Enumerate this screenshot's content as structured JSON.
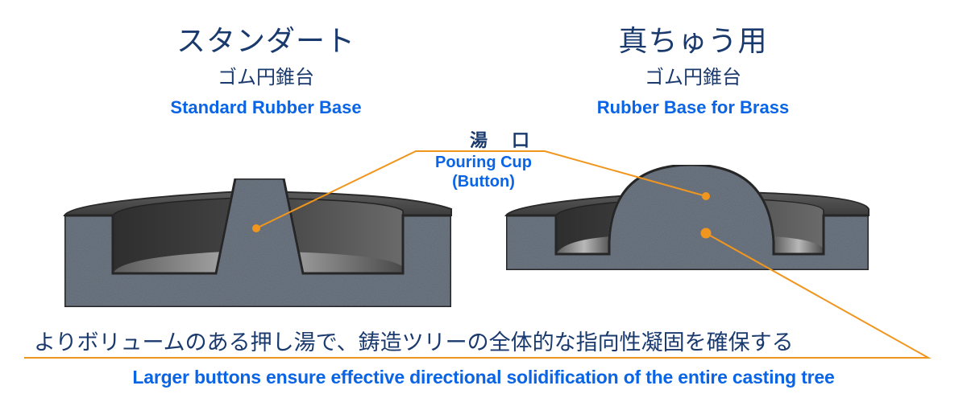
{
  "left_panel": {
    "title_jp": "スタンダート",
    "subtitle_jp": "ゴム円錐台",
    "subtitle_en": "Standard Rubber Base"
  },
  "right_panel": {
    "title_jp": "真ちゅう用",
    "subtitle_jp": "ゴム円錐台",
    "subtitle_en": "Rubber Base for Brass"
  },
  "pouring_cup": {
    "label_jp": "湯口",
    "label_en_line1": "Pouring Cup",
    "label_en_line2": "(Button)"
  },
  "caption": {
    "jp": "よりボリュームのある押し湯で、鋳造ツリーの全体的な指向性凝固を確保する",
    "en": "Larger buttons ensure effective directional solidification of the entire casting tree"
  },
  "colors": {
    "title": "#1a3a6e",
    "accent_blue": "#0a64e6",
    "leader_orange": "#f0961e",
    "rubber_dark": "#3a3a3a",
    "investment_gray": "#6e7884"
  }
}
